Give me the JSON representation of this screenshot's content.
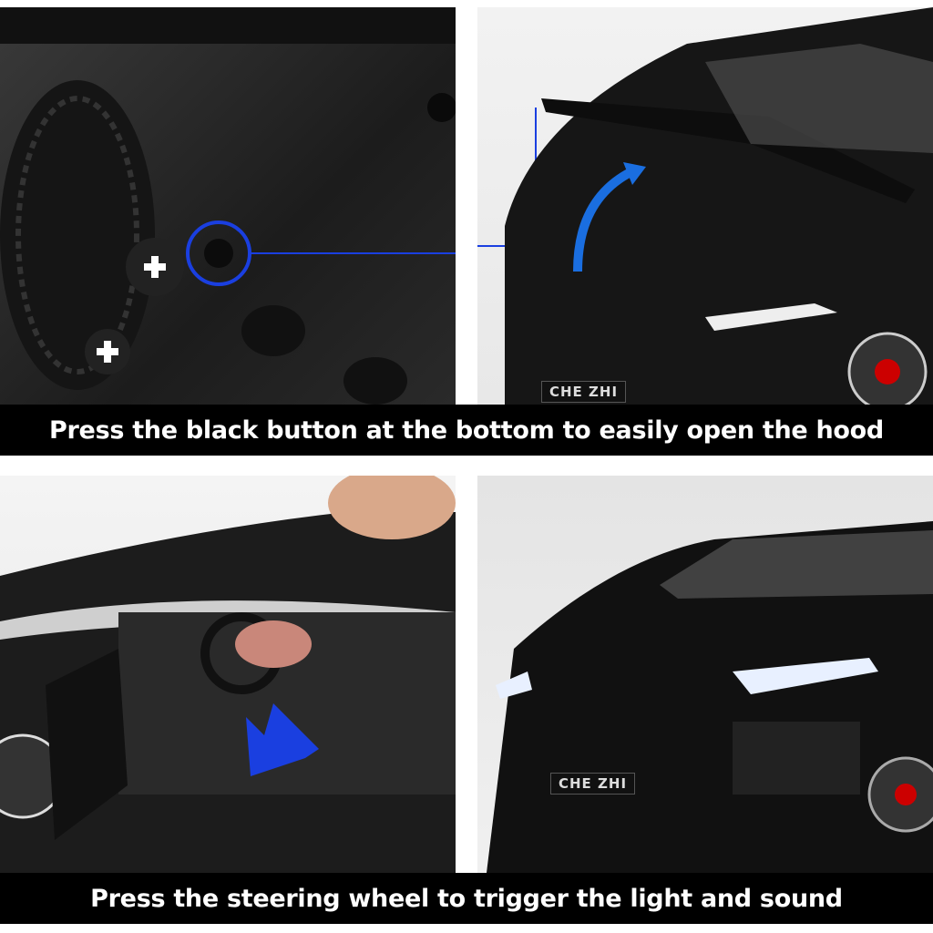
{
  "panels": [
    {
      "name": "underside-button-closeup"
    },
    {
      "name": "hood-open",
      "plate": "CHE ZHI"
    },
    {
      "name": "steering-wheel-press"
    },
    {
      "name": "front-headlights",
      "plate": "CHE ZHI"
    }
  ],
  "captions": {
    "top": "Press the black button at the bottom to easily open the hood",
    "bottom": "Press the steering wheel to trigger the light and sound"
  },
  "colors": {
    "highlight": "#1a3fe0",
    "caption_bg": "#000000",
    "caption_text": "#ffffff"
  }
}
